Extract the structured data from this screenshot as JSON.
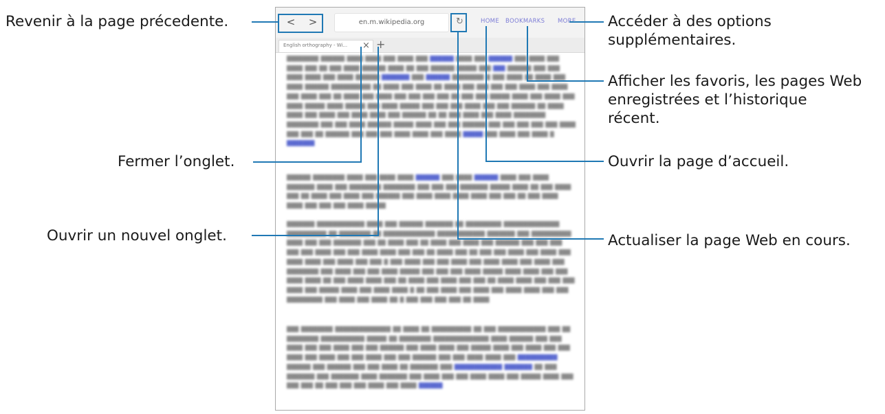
{
  "callouts": {
    "back": "Revenir à la page précedente.",
    "close_tab": "Fermer l’onglet.",
    "new_tab": "Ouvrir un nouvel onglet.",
    "more_line1": "Accéder à des options",
    "more_line2": "supplémentaires.",
    "bookmarks_line1": "Afficher les favoris, les pages Web",
    "bookmarks_line2": "enregistrées et l’historique",
    "bookmarks_line3": "récent.",
    "home": "Ouvrir la page d’accueil.",
    "refresh": "Actualiser la page Web en cours."
  },
  "browser": {
    "back_glyph": "<",
    "forward_glyph": ">",
    "url": "en.m.wikipedia.org",
    "refresh_glyph": "↻",
    "menu": {
      "home": "HOME",
      "bookmarks": "BOOKMARKS",
      "more": "MORE"
    },
    "tab_title": "English orthography - Wi...",
    "tab_close": "×",
    "tab_add": "+"
  },
  "colors": {
    "callout_line": "#1f78b4",
    "link": "#5b6ad0"
  },
  "icons": [
    "back-arrow-icon",
    "forward-arrow-icon",
    "refresh-icon",
    "close-icon",
    "plus-icon"
  ]
}
